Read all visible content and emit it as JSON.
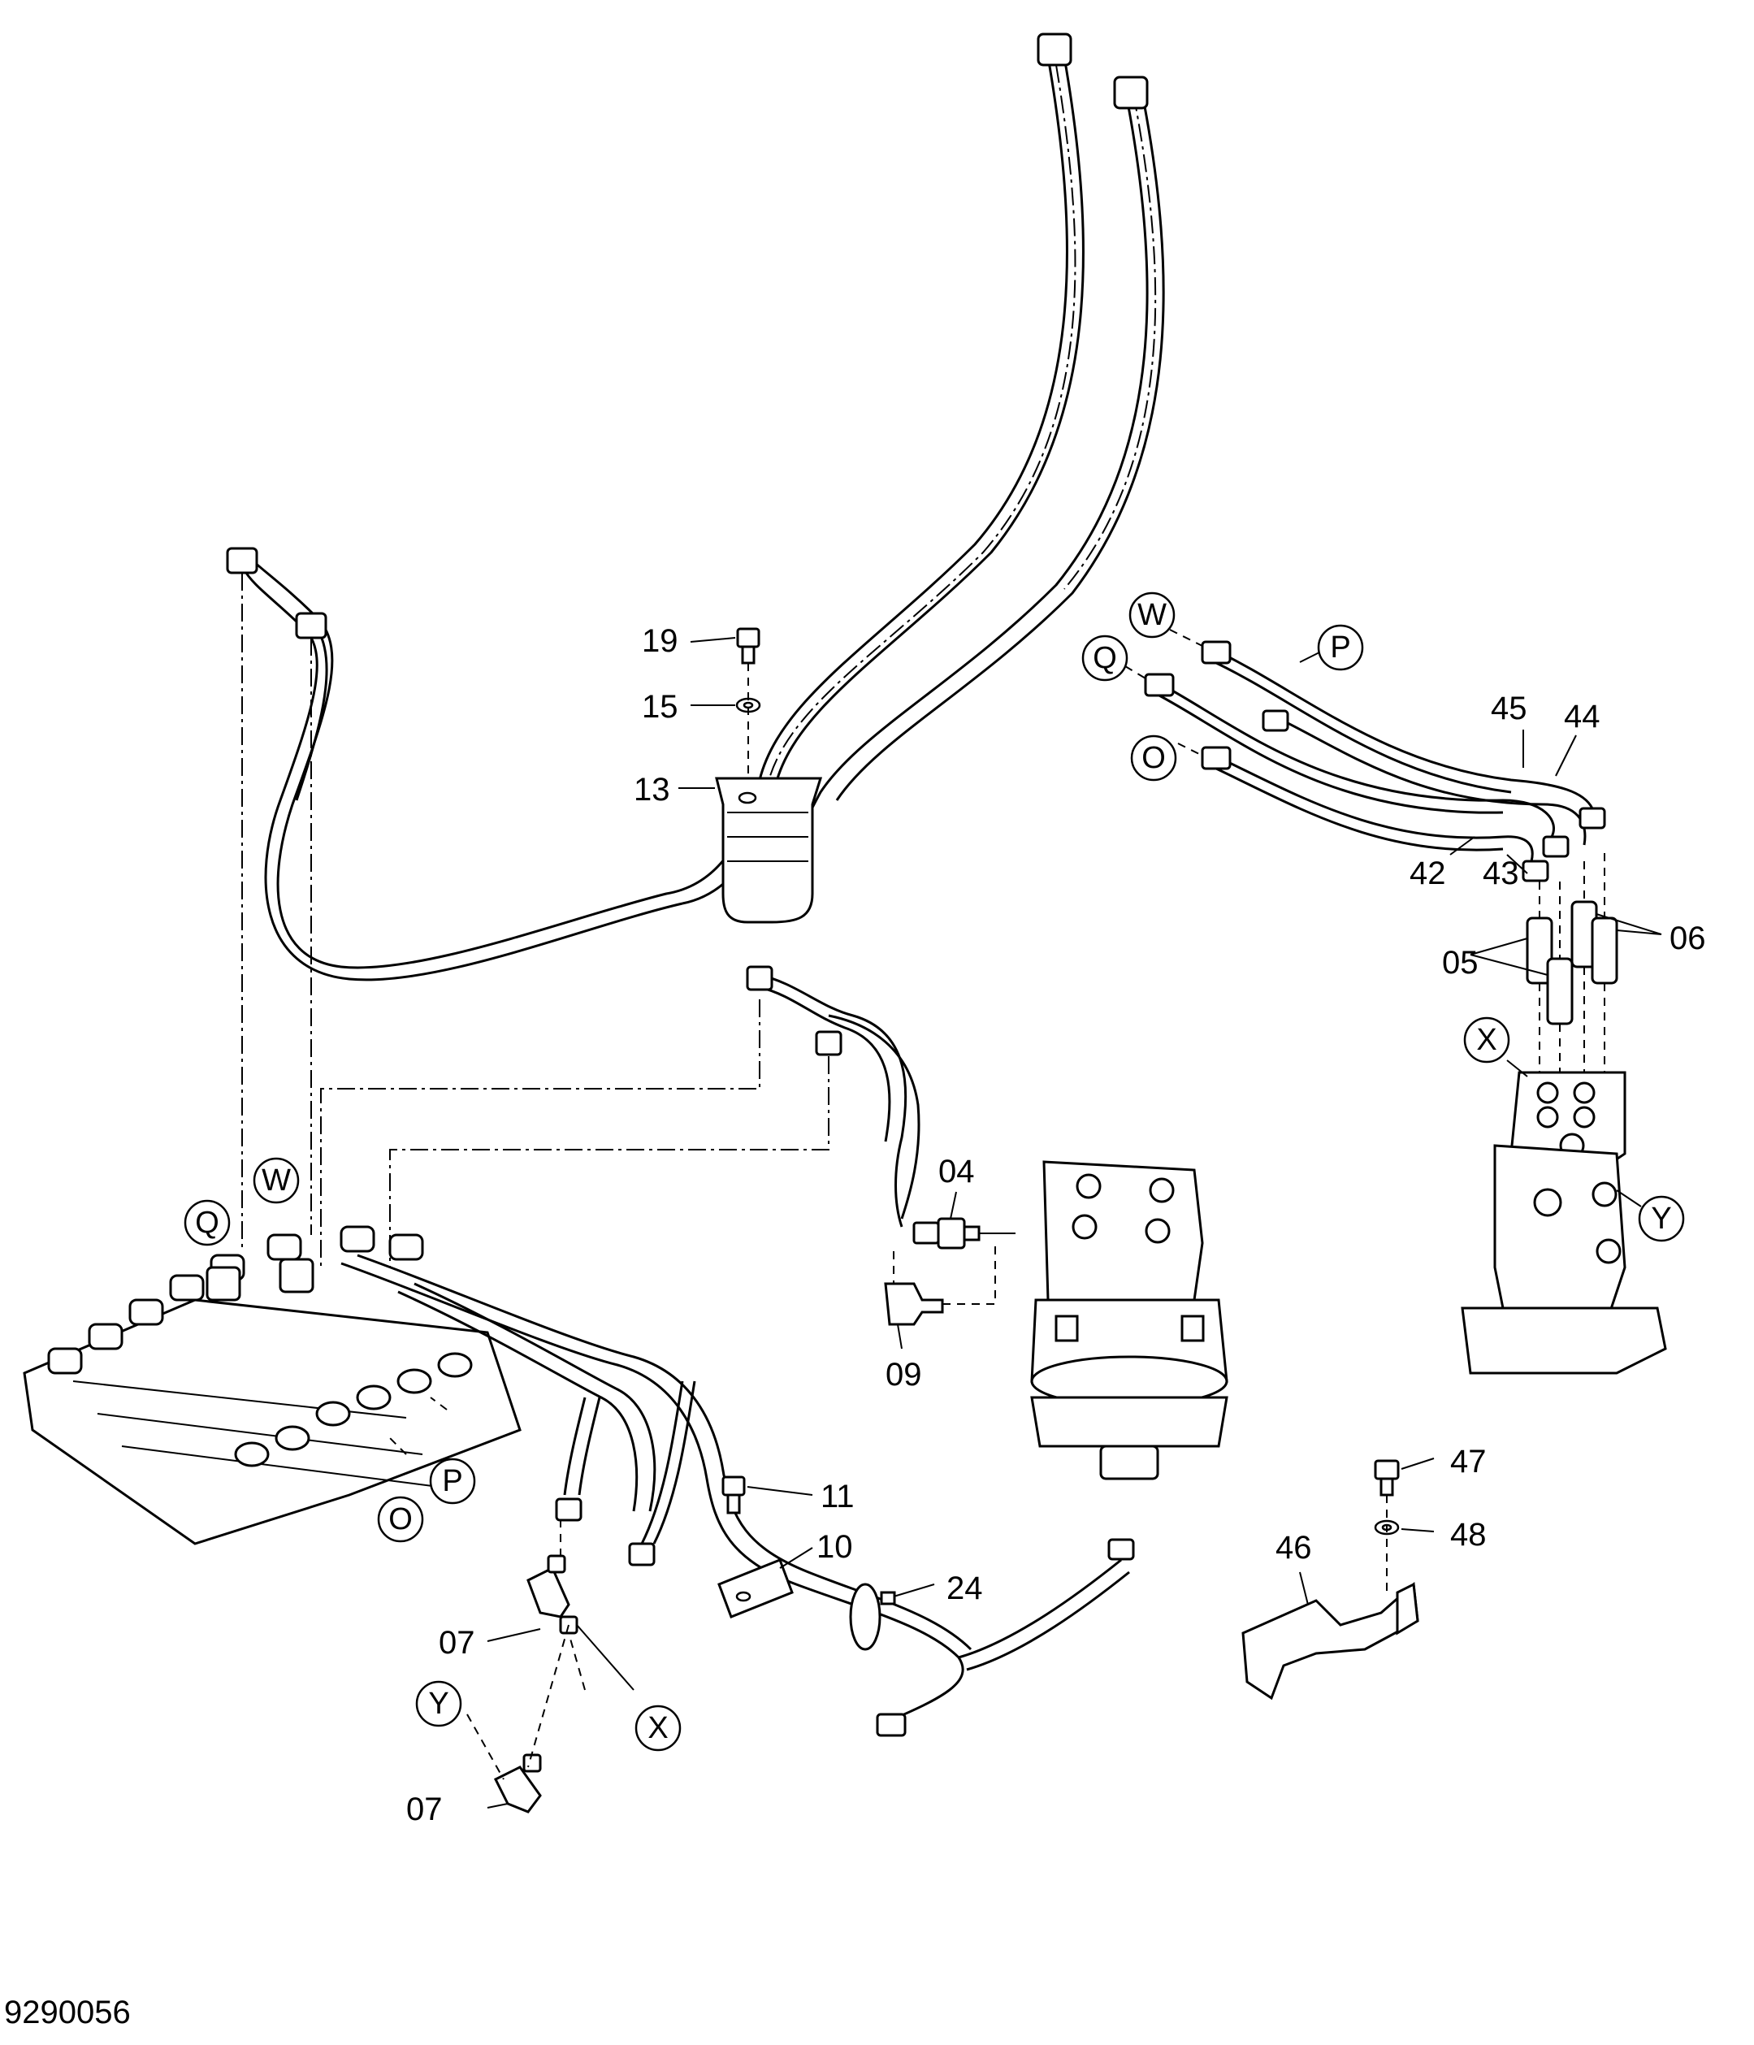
{
  "drawing_number": "9290056",
  "part_labels": {
    "p04": "04",
    "p05": "05",
    "p06": "06",
    "p07a": "07",
    "p07b": "07",
    "p09": "09",
    "p10": "10",
    "p11": "11",
    "p13": "13",
    "p15": "15",
    "p19": "19",
    "p24": "24",
    "p42": "42",
    "p43": "43",
    "p44": "44",
    "p45": "45",
    "p46": "46",
    "p47": "47",
    "p48": "48"
  },
  "connection_markers": {
    "w_right": "W",
    "p_right": "P",
    "q_right": "Q",
    "o_right": "O",
    "x_swivel": "X",
    "y_swivel": "Y",
    "q_left": "Q",
    "w_left": "W",
    "p_left": "P",
    "o_left": "O",
    "x_bottom": "X",
    "y_bottom": "Y"
  }
}
